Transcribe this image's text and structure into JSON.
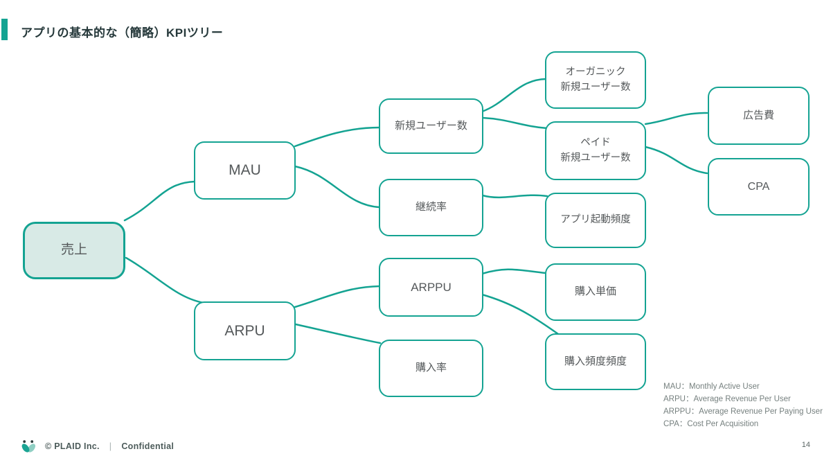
{
  "title": "アプリの基本的な（簡略）KPIツリー",
  "nodes": {
    "uriage": {
      "label": "売上"
    },
    "mau": {
      "label": "MAU"
    },
    "arpu": {
      "label": "ARPU"
    },
    "shinki": {
      "label": "新規ユーザー数"
    },
    "keizoku": {
      "label": "継続率"
    },
    "arppu": {
      "label": "ARPPU"
    },
    "konyuritsu": {
      "label": "購入率"
    },
    "organic": {
      "line1": "オーガニック",
      "line2": "新規ユーザー数"
    },
    "paid": {
      "line1": "ペイド",
      "line2": "新規ユーザー数"
    },
    "kido_hindo": {
      "label": "アプリ起動頻度"
    },
    "konyu_tanka": {
      "label": "購入単価"
    },
    "konyu_hindo": {
      "label": "購入頻度頻度"
    },
    "kokoku_hi": {
      "label": "広告費"
    },
    "cpa": {
      "label": "CPA"
    }
  },
  "legend": {
    "lines": [
      "MAU：Monthly Active User",
      "ARPU：Average Revenue Per User",
      "ARPPU：Average Revenue Per Paying User",
      "CPA：Cost Per Acquisition"
    ]
  },
  "footer": {
    "copyright": "© PLAID Inc.",
    "separator": "|",
    "confidential": "Confidential",
    "page_number": "14"
  },
  "colors": {
    "accent": "#14a392",
    "root_fill": "#d8eae6",
    "node_text": "#54585a",
    "title_text": "#26393b",
    "legend_text": "#76807f"
  }
}
